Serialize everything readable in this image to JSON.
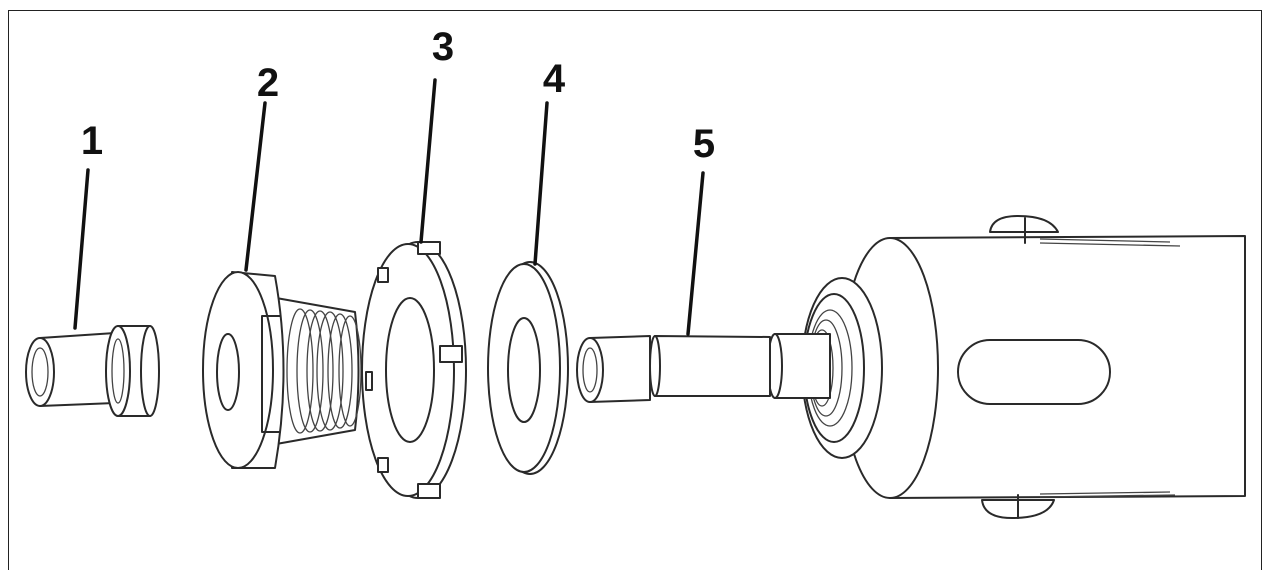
{
  "callouts": [
    {
      "id": "1",
      "label": "1"
    },
    {
      "id": "2",
      "label": "2"
    },
    {
      "id": "3",
      "label": "3"
    },
    {
      "id": "4",
      "label": "4"
    },
    {
      "id": "5",
      "label": "5"
    }
  ],
  "colors": {
    "line": "#2a2a2a",
    "background": "#ffffff",
    "label": "#111111"
  }
}
